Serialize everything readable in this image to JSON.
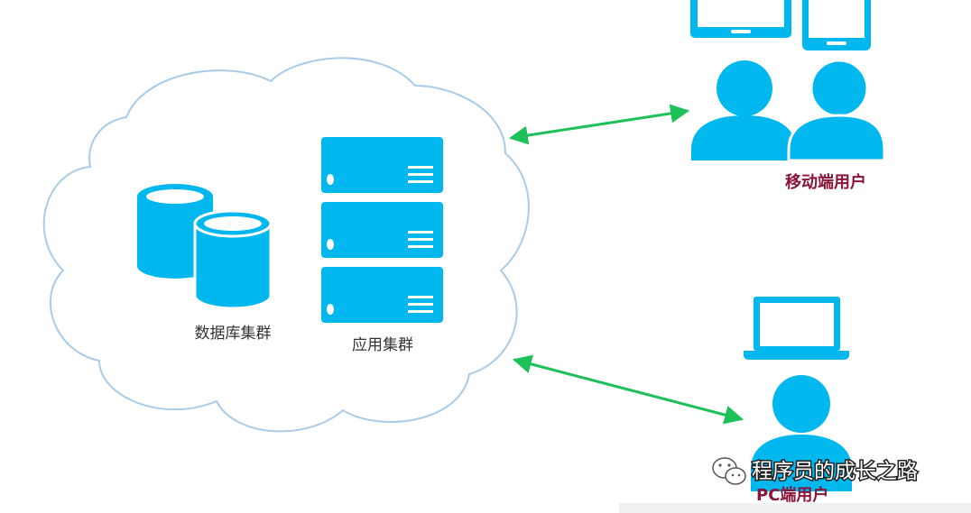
{
  "labels": {
    "database_cluster": "数据库集群",
    "app_cluster": "应用集群",
    "mobile_users": "移动端用户",
    "pc_users": "PC端用户"
  },
  "watermark": {
    "text": "程序员的成长之路"
  },
  "colors": {
    "icon_blue": "#00b7ee",
    "cloud_stroke": "#a9cbe8",
    "arrow_green": "#1ec05a",
    "user_label": "#8a1538"
  }
}
